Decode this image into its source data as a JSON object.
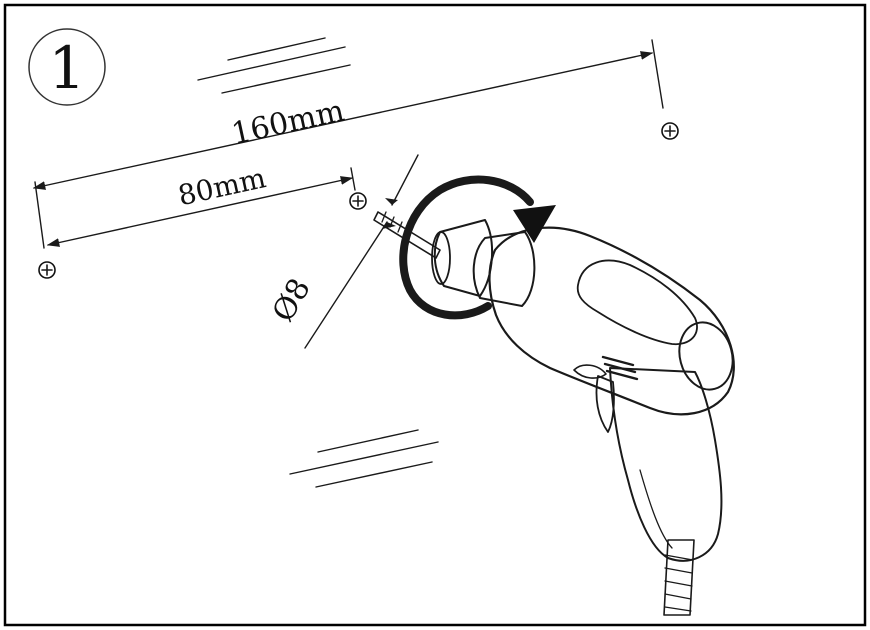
{
  "step": {
    "number": "1"
  },
  "dimensions": {
    "long_spacing": "160mm",
    "short_spacing": "80mm",
    "hole_diameter": "Ø8"
  },
  "icons": {
    "screw_hole": "screw-hole-icon",
    "rotation_arrow": "rotation-arrow-icon",
    "drill": "power-drill-icon"
  },
  "colors": {
    "line": "#1a1a1a",
    "frame": "#000000",
    "background": "#ffffff"
  }
}
